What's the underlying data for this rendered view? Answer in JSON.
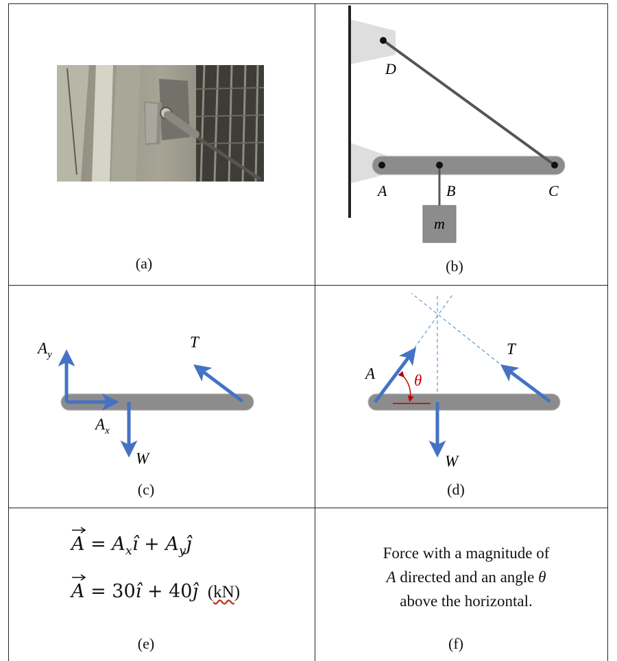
{
  "panels": {
    "a": {
      "caption": "(a)"
    },
    "b": {
      "caption": "(b)",
      "labels": {
        "D": "D",
        "A": "A",
        "B": "B",
        "C": "C",
        "mass": "m"
      }
    },
    "c": {
      "caption": "(c)",
      "labels": {
        "Ay_main": "A",
        "Ay_sub": "y",
        "Ax_main": "A",
        "Ax_sub": "x",
        "W": "W",
        "T": "T"
      }
    },
    "d": {
      "caption": "(d)",
      "labels": {
        "A": "A",
        "theta": "θ",
        "W": "W",
        "T": "T"
      }
    },
    "e": {
      "caption": "(e)",
      "eq1": {
        "lhs": "A",
        "rhs1": "A",
        "rhs1_sub": "x",
        "hat1": "ı̂",
        "plus": " + ",
        "rhs2": "A",
        "rhs2_sub": "y",
        "hat2": "ȷ̂"
      },
      "eq2": {
        "lhs": "A",
        "val1": "30",
        "hat1": "ı̂",
        "plus": " + ",
        "val2": "40",
        "hat2": "ȷ̂",
        "unit_open": "(",
        "unit": "kN",
        "unit_close": ")"
      }
    },
    "f": {
      "caption": "(f)",
      "line1": "Force with a magnitude of",
      "line2_var": "A",
      "line2_text": " directed and an angle ",
      "line2_theta": "θ",
      "line3": "above the horizontal."
    }
  },
  "colors": {
    "arrow": "#4472c4",
    "bar": "#8c8c8c",
    "dashed": "#5b9bd5",
    "angle": "#c00000"
  }
}
